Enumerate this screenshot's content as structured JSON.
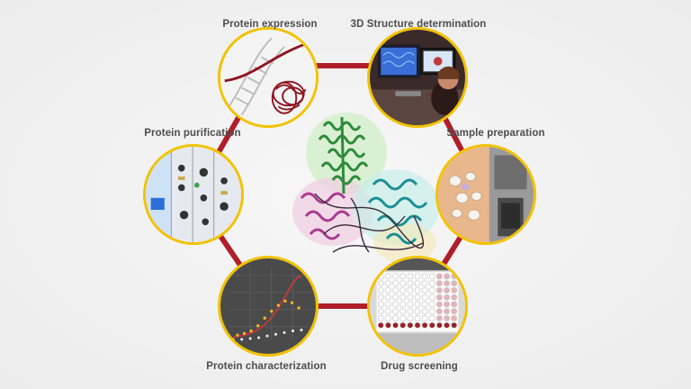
{
  "diagram": {
    "title": "Protein production and structure-based drug discovery workflow",
    "center_image": "protein-structure-ribbon",
    "accent_color": "#b01e2a",
    "ring_color": "#f2c200",
    "steps": [
      {
        "id": "expression",
        "label": "Protein expression",
        "icon": "dna-helix-icon"
      },
      {
        "id": "structure",
        "label": "3D Structure determination",
        "icon": "workstation-monitor-icon"
      },
      {
        "id": "sample",
        "label": "Sample preparation",
        "icon": "crystal-tray-icon"
      },
      {
        "id": "screening",
        "label": "Drug screening",
        "icon": "well-plate-icon"
      },
      {
        "id": "characterization",
        "label": "Protein characterization",
        "icon": "line-graph-icon"
      },
      {
        "id": "purification",
        "label": "Protein purification",
        "icon": "lab-equipment-icon"
      }
    ]
  }
}
